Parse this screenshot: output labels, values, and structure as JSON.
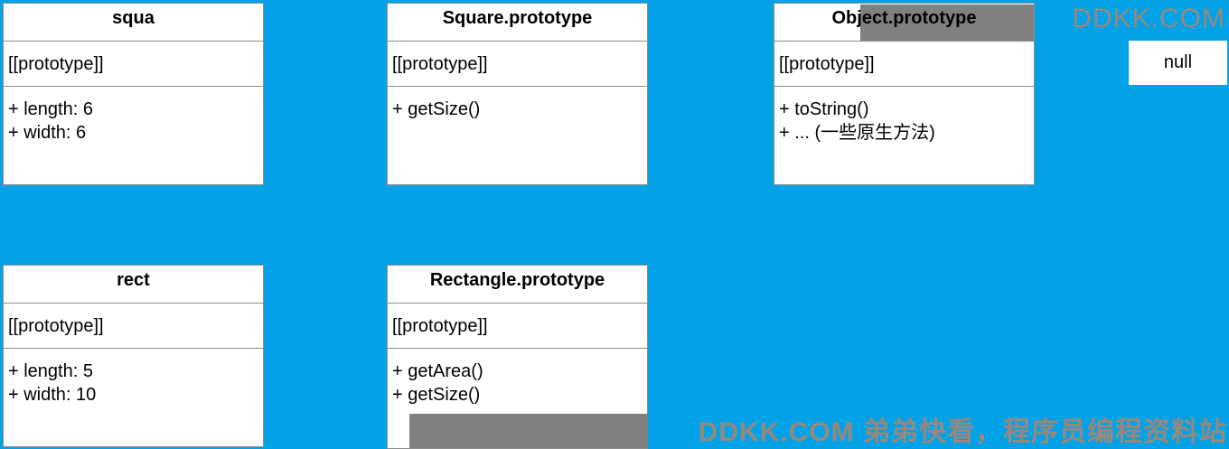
{
  "boxes": {
    "squa": {
      "title": "squa",
      "proto": "[[prototype]]",
      "members": [
        "+ length: 6",
        "+ width: 6"
      ]
    },
    "square_proto": {
      "title": "Square.prototype",
      "proto": "[[prototype]]",
      "members": [
        "+ getSize()"
      ]
    },
    "object_proto": {
      "title": "Object.prototype",
      "proto": "[[prototype]]",
      "members": [
        "+ toString()",
        "+ ... (一些原生方法)"
      ]
    },
    "rect": {
      "title": "rect",
      "proto": "[[prototype]]",
      "members": [
        "+ length: 5",
        "+ width: 10"
      ]
    },
    "rectangle_proto": {
      "title": "Rectangle.prototype",
      "proto": "[[prototype]]",
      "members": [
        "+ getArea()",
        "+ getSize()"
      ]
    }
  },
  "null_label": "null",
  "watermark_top": "DDKK.COM",
  "watermark_bottom": "DDKK.COM 弟弟快看，程序员编程资料站"
}
